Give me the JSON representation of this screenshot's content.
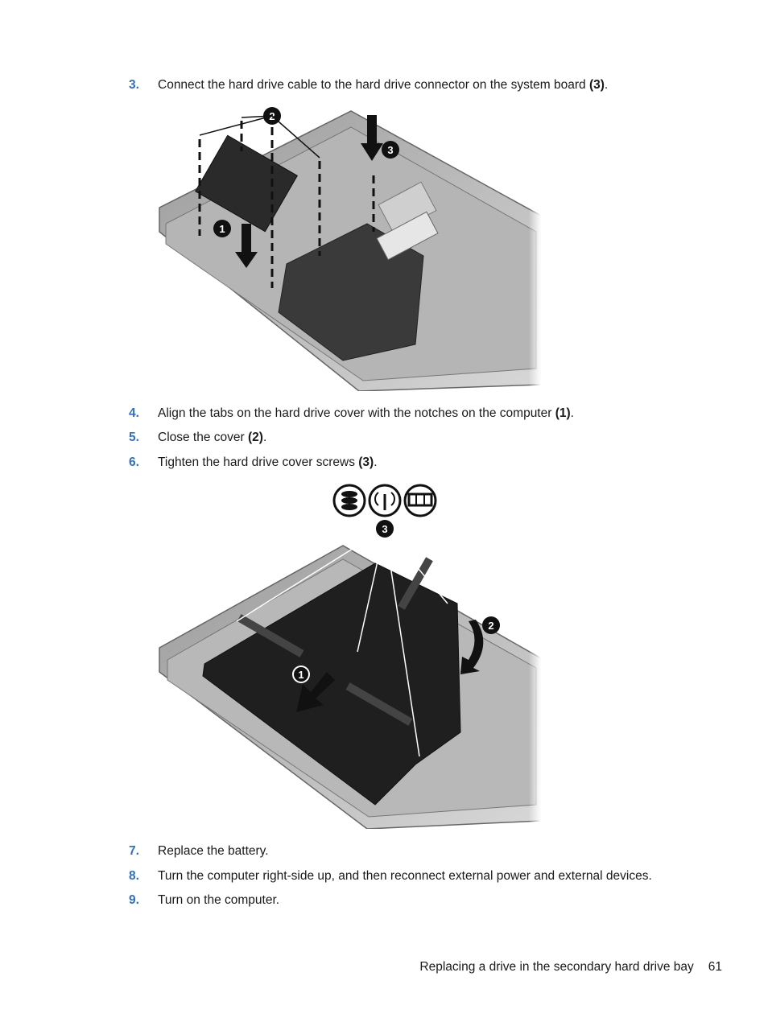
{
  "steps_top": [
    {
      "num": "3.",
      "text": "Connect the hard drive cable to the hard drive connector on the system board ",
      "bold": "(3)",
      "end": "."
    }
  ],
  "steps_mid": [
    {
      "num": "4.",
      "text": "Align the tabs on the hard drive cover with the notches on the computer ",
      "bold": "(1)",
      "end": "."
    },
    {
      "num": "5.",
      "text": "Close the cover ",
      "bold": "(2)",
      "end": "."
    },
    {
      "num": "6.",
      "text": "Tighten the hard drive cover screws ",
      "bold": "(3)",
      "end": "."
    }
  ],
  "steps_bottom": [
    {
      "num": "7.",
      "text": "Replace the battery."
    },
    {
      "num": "8.",
      "text": "Turn the computer right-side up, and then reconnect external power and external devices."
    },
    {
      "num": "9.",
      "text": "Turn on the computer."
    }
  ],
  "figure1": {
    "callouts": [
      "1",
      "2",
      "3"
    ]
  },
  "figure2": {
    "callouts": [
      "1",
      "2",
      "3"
    ]
  },
  "footer": {
    "title": "Replacing a drive in the secondary hard drive bay",
    "page": "61"
  }
}
